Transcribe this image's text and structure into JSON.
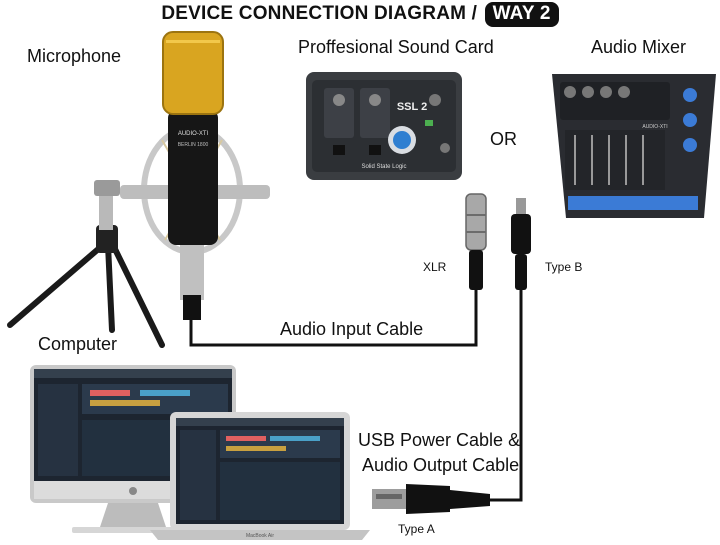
{
  "title": {
    "text": "DEVICE CONNECTION DIAGRAM /",
    "badge": "WAY 2"
  },
  "labels": {
    "microphone": "Microphone",
    "sound_card": "Proffesional Sound Card",
    "audio_mixer": "Audio Mixer",
    "or": "OR",
    "xlr": "XLR",
    "type_b": "Type B",
    "audio_input_cable": "Audio Input Cable",
    "computer": "Computer",
    "usb_cable_line1": "USB Power Cable &",
    "usb_cable_line2": "Audio Output Cable",
    "type_a": "Type A"
  },
  "device_text": {
    "mic_brand": "AUDIO-XTI",
    "mic_model": "BERLIN 1800",
    "sound_card_model": "SSL 2",
    "sound_card_brand": "Solid State Logic",
    "mixer_brand": "AUDIO-XTI",
    "laptop_model": "MacBook Air"
  },
  "colors": {
    "text": "#111111",
    "cable": "#111111",
    "mic_grille": "#d9a520",
    "sound_card_knob": "#2f7fd1",
    "mixer_accent": "#3b7bd6"
  }
}
